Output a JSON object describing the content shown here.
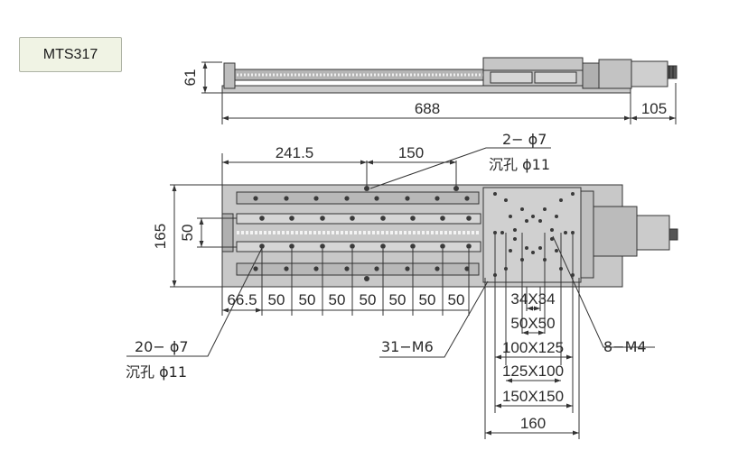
{
  "model": "MTS317",
  "side_view": {
    "height": "61",
    "length": "688",
    "motor_length": "105"
  },
  "top_view": {
    "width": "165",
    "slot_pitch": "50",
    "offset_first": "241.5",
    "hole_spacing": "150",
    "holes_2": {
      "count": "2− ϕ7",
      "counterbore": "沉孔 ϕ11"
    },
    "holes_20": {
      "count": "20− ϕ7",
      "counterbore": "沉孔 ϕ11"
    },
    "bottom_dims": [
      "66.5",
      "50",
      "50",
      "50",
      "50",
      "50",
      "50",
      "50"
    ],
    "tapped_31": "31−M6",
    "tapped_8": "8−M4",
    "carriage_patterns": [
      "34X34",
      "50X50",
      "100X125",
      "125X100",
      "150X150"
    ],
    "carriage_width": "160"
  }
}
